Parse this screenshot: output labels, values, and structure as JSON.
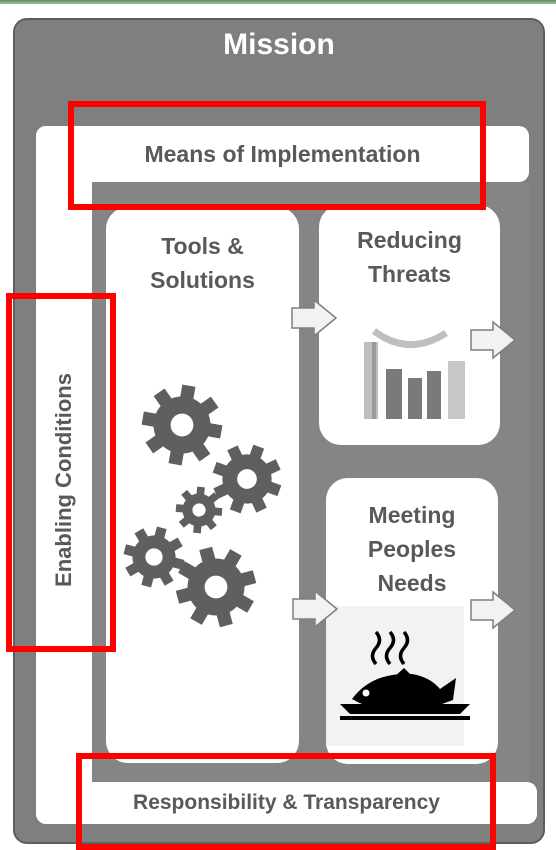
{
  "diagram": {
    "mission_title": "Mission",
    "means_label": "Means of Implementation",
    "enabling_label": "Enabling Conditions",
    "responsibility_label": "Responsibility & Transparency",
    "tools_title_line1": "Tools &",
    "tools_title_line2": "Solutions",
    "threats_title_line1": "Reducing",
    "threats_title_line2": "Threats",
    "needs_title_line1": "Meeting",
    "needs_title_line2": "Peoples",
    "needs_title_line3": "Needs"
  },
  "icons": {
    "gears": "gears-icon",
    "bar_chart": "bar-chart-icon",
    "fish_plate": "fish-plate-icon",
    "arrow": "arrow-right-icon"
  },
  "colors": {
    "mission_bg": "#7f7f7f",
    "panel_bg": "#ffffff",
    "label_text": "#595959",
    "highlight": "#ff0000",
    "accent_line": "#5f8f62"
  }
}
